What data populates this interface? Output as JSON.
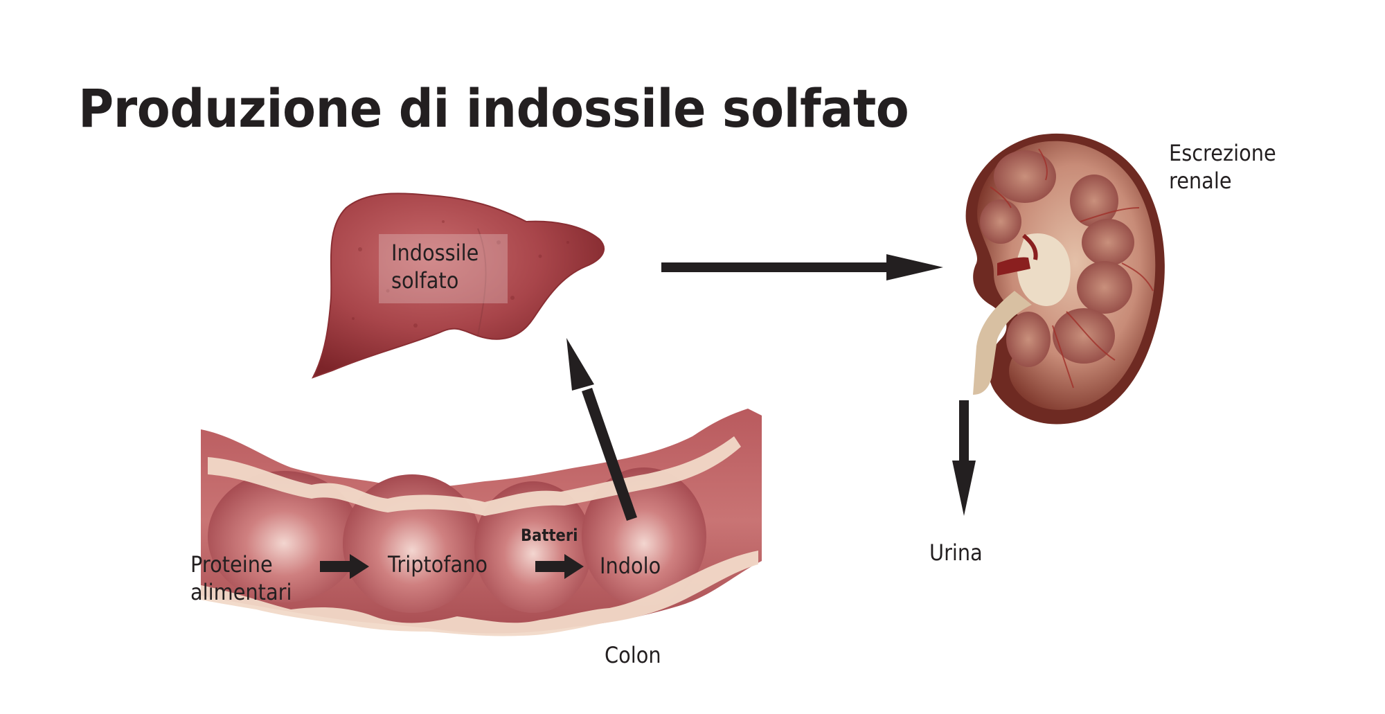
{
  "title": "Produzione di indossile solfato",
  "organs": {
    "liver": {
      "label": "Indossile\nsolfato",
      "label_line1": "Indossile",
      "label_line2": "solfato"
    },
    "kidney": {
      "label_line1": "Escrezione",
      "label_line2": "renale"
    },
    "colon": {
      "label": "Colon"
    }
  },
  "pathway": {
    "step1_line1": "Proteine",
    "step1_line2": "alimentari",
    "step2": "Triptofano",
    "step3": "Indolo",
    "catalyst": "Batteri"
  },
  "output": {
    "label": "Urina"
  },
  "arrows": [
    {
      "name": "proteine-to-triptofano",
      "direction": "right"
    },
    {
      "name": "triptofano-to-indolo",
      "direction": "right"
    },
    {
      "name": "colon-to-liver",
      "direction": "up-left"
    },
    {
      "name": "liver-to-kidney",
      "direction": "right"
    },
    {
      "name": "kidney-to-urine",
      "direction": "down"
    }
  ],
  "colors": {
    "text": "#231f20",
    "arrow": "#231f20",
    "liver": "#a8454a",
    "liver_dark": "#7c2429",
    "colon": "#c06868",
    "colon_light": "#f1d9c8",
    "kidney_cortex": "#c8907a",
    "kidney_outer": "#6e2a22",
    "kidney_pelvis": "#e8d4bc",
    "background": "#ffffff"
  }
}
